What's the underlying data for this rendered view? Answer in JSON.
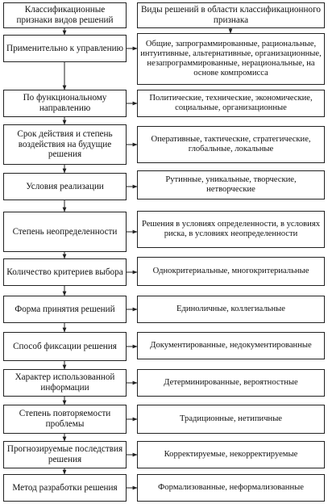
{
  "header": {
    "left": "Классификационные признаки видов решений",
    "right": "Виды решений в области классификационного признака"
  },
  "rows": [
    {
      "criterion": "Применительно к управлению",
      "types": "Общие, запрограммированные, рациональные, интуитивные, альтернативные, организационные, незапрограммированные, нерациональные, на основе компромисса"
    },
    {
      "criterion": "По функциональному направлению",
      "types": "Политические, технические, экономические, социальные, организационные"
    },
    {
      "criterion": "Срок действия и степень воздействия на будущие решения",
      "types": "Оперативные, тактические, стратегические, глобальные, локальные"
    },
    {
      "criterion": "Условия реализации",
      "types": "Рутинные, уникальные, творческие, нетворческие"
    },
    {
      "criterion": "Степень неопределенности",
      "types": "Решения в условиях определенности, в условиях риска, в условиях неопределенности"
    },
    {
      "criterion": "Количество критериев выбора",
      "types": "Однокритериальные, многокритериальные"
    },
    {
      "criterion": "Форма принятия решений",
      "types": "Единоличные, коллегиальные"
    },
    {
      "criterion": "Способ фиксации решения",
      "types": "Документированные, недокументированные"
    },
    {
      "criterion": "Характер использованной информации",
      "types": "Детерминированные, вероятностные"
    },
    {
      "criterion": "Степень повторяемости проблемы",
      "types": "Традиционные, нетипичные"
    },
    {
      "criterion": "Прогнозируемые последствия решения",
      "types": "Корректируемые, некорректируемые"
    },
    {
      "criterion": "Метод разработки решения",
      "types": "Формализованные, неформализованные"
    }
  ]
}
